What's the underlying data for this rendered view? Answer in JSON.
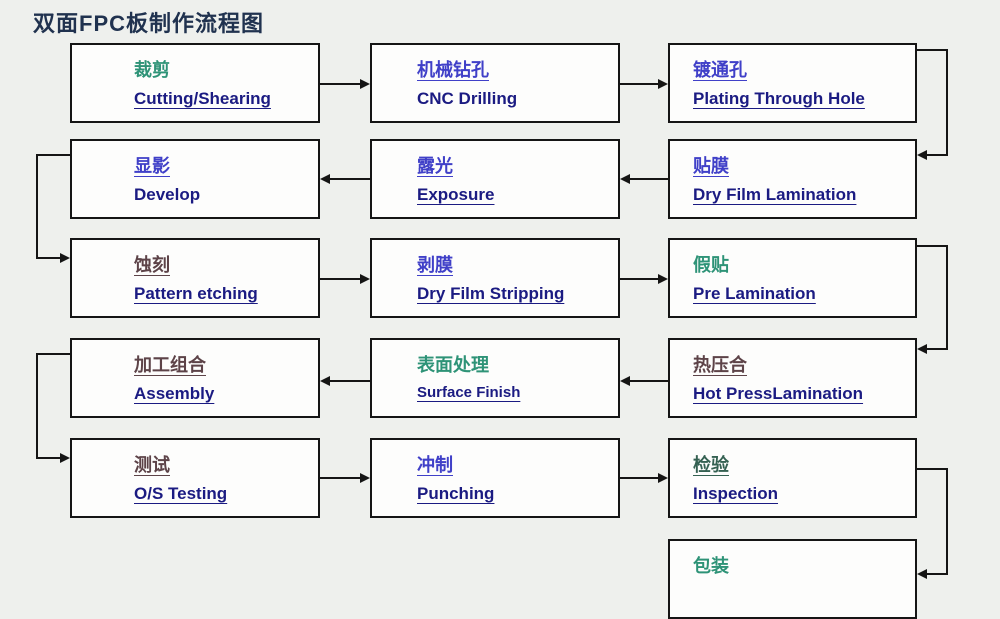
{
  "title": "双面FPC板制作流程图",
  "colors": {
    "teal": "#2e9377",
    "blue": "#4040c8",
    "brown": "#5d4348",
    "darkgreen": "#356152",
    "english": "#1b1b82",
    "title": "#20324f",
    "line": "#151515",
    "box_bg": "#fdfdfc",
    "page_bg": "#eef0ed"
  },
  "steps": [
    {
      "zh": "裁剪",
      "en": "Cutting/Shearing",
      "zh_color": "teal",
      "zh_underline": false,
      "en_underline": true
    },
    {
      "zh": "机械钻孔",
      "en": "CNC Drilling",
      "zh_color": "blue",
      "zh_underline": true,
      "en_underline": false
    },
    {
      "zh": "镀通孔",
      "en": "Plating Through Hole",
      "zh_color": "blue",
      "zh_underline": true,
      "en_underline": true
    },
    {
      "zh": "显影",
      "en": "Develop",
      "zh_color": "blue",
      "zh_underline": true,
      "en_underline": false
    },
    {
      "zh": "露光",
      "en": "Exposure",
      "zh_color": "blue",
      "zh_underline": true,
      "en_underline": true
    },
    {
      "zh": "贴膜",
      "en": "Dry Film Lamination",
      "zh_color": "blue",
      "zh_underline": true,
      "en_underline": true
    },
    {
      "zh": "蚀刻",
      "en": "Pattern etching",
      "zh_color": "brown",
      "zh_underline": true,
      "en_underline": true
    },
    {
      "zh": "剥膜",
      "en": "Dry Film Stripping",
      "zh_color": "blue",
      "zh_underline": true,
      "en_underline": true
    },
    {
      "zh": "假贴",
      "en": " Pre Lamination",
      "zh_color": "teal",
      "zh_underline": false,
      "en_underline": true
    },
    {
      "zh": "加工组合",
      "en": "Assembly",
      "zh_color": "brown",
      "zh_underline": true,
      "en_underline": true
    },
    {
      "zh": "表面处理",
      "en": "Surface Finish",
      "zh_color": "teal",
      "zh_underline": false,
      "en_underline": true,
      "en_small": true
    },
    {
      "zh": "热压合",
      "en": "Hot PressLamination",
      "zh_color": "brown",
      "zh_underline": true,
      "en_underline": true
    },
    {
      "zh": "测试",
      "en": "O/S Testing",
      "zh_color": "brown",
      "zh_underline": true,
      "en_underline": true
    },
    {
      "zh": "冲制",
      "en": "Punching",
      "zh_color": "blue",
      "zh_underline": true,
      "en_underline": true
    },
    {
      "zh": "检验",
      "en": "Inspection",
      "zh_color": "darkgreen",
      "zh_underline": true,
      "en_underline": true
    },
    {
      "zh": "包装",
      "en": "",
      "zh_color": "teal",
      "zh_underline": false,
      "en_underline": false
    }
  ]
}
